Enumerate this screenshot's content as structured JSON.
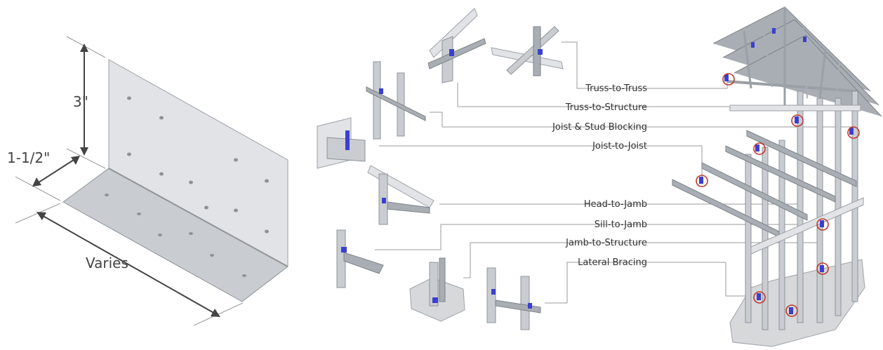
{
  "dimensions": {
    "height": "3\"",
    "flange": "1-1/2\"",
    "length": "Varies"
  },
  "applications": [
    "Truss-to-Truss",
    "Truss-to-Structure",
    "Joist & Stud Blocking",
    "Joist-to-Joist",
    "Head-to-Jamb",
    "Sill-to-Jamb",
    "Jamb-to-Structure",
    "Lateral Bracing"
  ],
  "colors": {
    "clip": "#3b3fd0",
    "highlight_ring": "#c0392b",
    "steel": "#c9ccd0"
  }
}
